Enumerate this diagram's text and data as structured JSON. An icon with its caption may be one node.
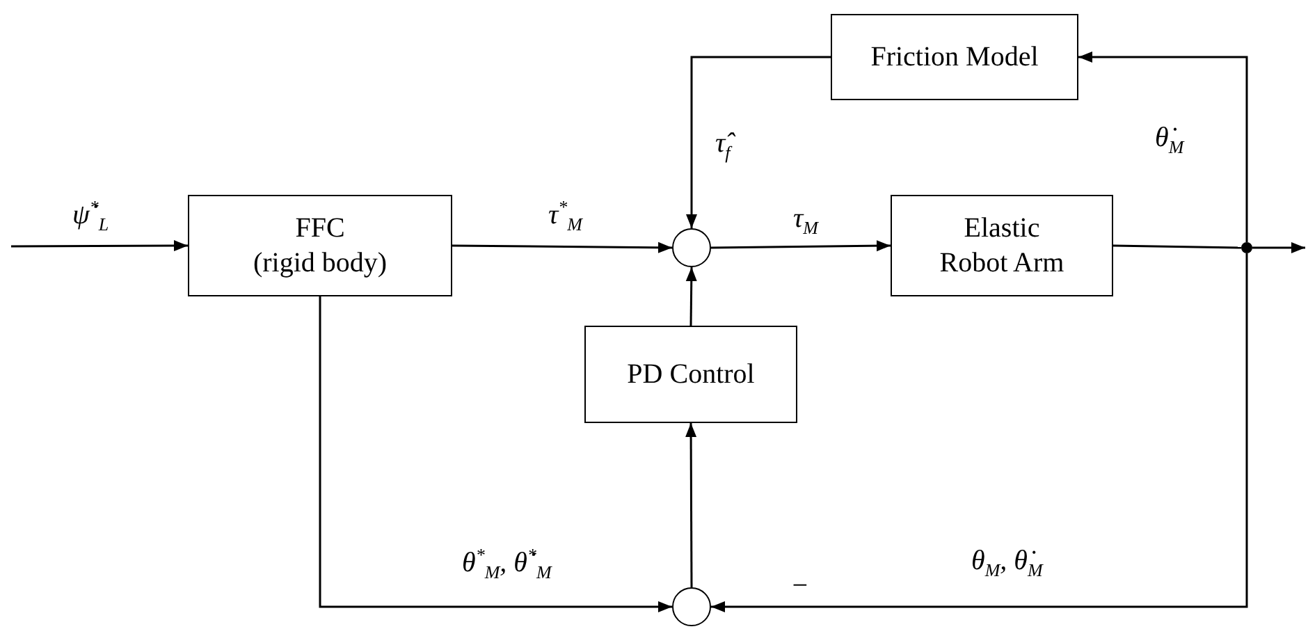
{
  "diagram": {
    "nodes": [
      {
        "text": [
          "FFC",
          "(rigid body)"
        ]
      },
      {
        "text": [],
        "shape": "circle"
      },
      {
        "text": [
          "Elastic Robot Arm"
        ]
      },
      {
        "text": [],
        "shape": "circle"
      },
      {
        "text": [
          "Friction Model"
        ]
      },
      {
        "text": [
          "PD Control"
        ]
      },
      {
        "text": [],
        "shape": "circle"
      }
    ],
    "edges": [
      {
        "from": null,
        "to": 0,
        "arrow": "to",
        "label": "ψ̇$^{*}$$_{L}$"
      },
      {
        "from": 0,
        "to": 1,
        "arrow": "to",
        "label": "τ$^{*}$$_{M}$"
      },
      {
        "from": 1,
        "to": 2,
        "arrow": "to",
        "label": "τ$_{M}$"
      },
      {
        "from": 2,
        "to": 3,
        "arrow": "none"
      },
      {
        "from": 3,
        "to": null,
        "arrow": "to"
      },
      {
        "from": 3,
        "to": 4,
        "arrow": "to",
        "label": "θ̇$_{M}$"
      },
      {
        "from": 4,
        "to": 1,
        "arrow": "to",
        "label": "τ̂$_{f}$"
      },
      {
        "from": 5,
        "to": 1,
        "arrow": "to"
      },
      {
        "from": 0,
        "to": 6,
        "arrow": "to",
        "label": "θ$^{*}$$_{M}$, θ̇$^{*}$$_{M}$"
      },
      {
        "from": 3,
        "to": 6,
        "arrow": "to",
        "label": "θ$_{M}$, θ̇$_{M}$"
      },
      {
        "from": 6,
        "to": 5,
        "arrow": "to"
      }
    ],
    "labels": [
      "−"
    ]
  }
}
